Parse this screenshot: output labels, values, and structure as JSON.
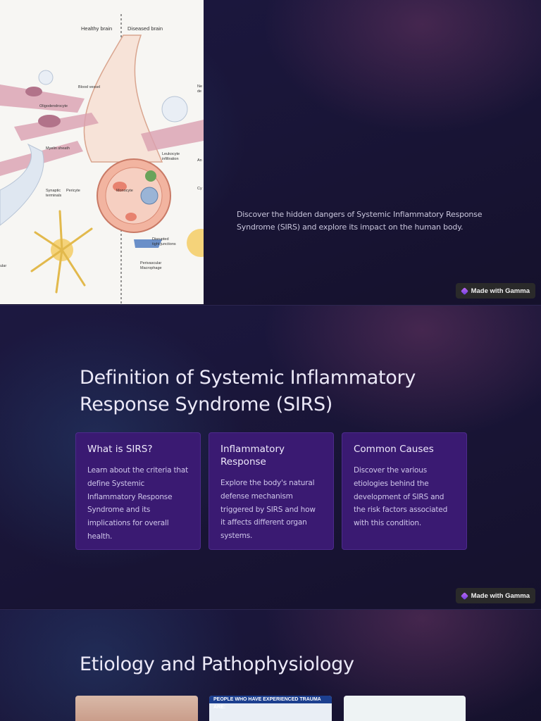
{
  "slide1": {
    "illustration": {
      "labels": {
        "healthy": "Healthy brain",
        "diseased": "Diseased brain",
        "blood_vessel": "Blood vessel",
        "oligodendrocyte": "Oligodendrocyte",
        "myelin_sheath": "Myelin sheath",
        "leukocyte": "Leukocyte",
        "infiltration": "infiltration",
        "synaptic": "Synaptic",
        "terminals": "terminals",
        "pericyte": "Pericyte",
        "monocyte": "Monocyte",
        "disrupted": "Disrupted",
        "tight_junctions": "tight junctions",
        "perivascular": "Perivascular",
        "macrophage": "Macrophage",
        "ne": "Ne",
        "de": "de",
        "an": "An",
        "cy": "Cy",
        "ular": "ular"
      }
    },
    "description": "Discover the hidden dangers of Systemic Inflammatory Response Syndrome (SIRS) and explore its impact on the human body.",
    "badge": "Made with Gamma"
  },
  "slide2": {
    "title": "Definition of Systemic Inflammatory Response Syndrome (SIRS)",
    "cards": [
      {
        "title": "What is SIRS?",
        "body": "Learn about the criteria that define Systemic Inflammatory Response Syndrome and its implications for overall health."
      },
      {
        "title": "Inflammatory Response",
        "body": "Explore the body's natural defense mechanism triggered by SIRS and how it affects different organ systems."
      },
      {
        "title": "Common Causes",
        "body": "Discover the various etiologies behind the development of SIRS and the risk factors associated with this condition."
      }
    ],
    "badge": "Made with Gamma"
  },
  "slide3": {
    "title": "Etiology and Pathophysiology",
    "thumb2_header": "PEOPLE WHO HAVE EXPERIENCED TRAUMA ARE:"
  }
}
